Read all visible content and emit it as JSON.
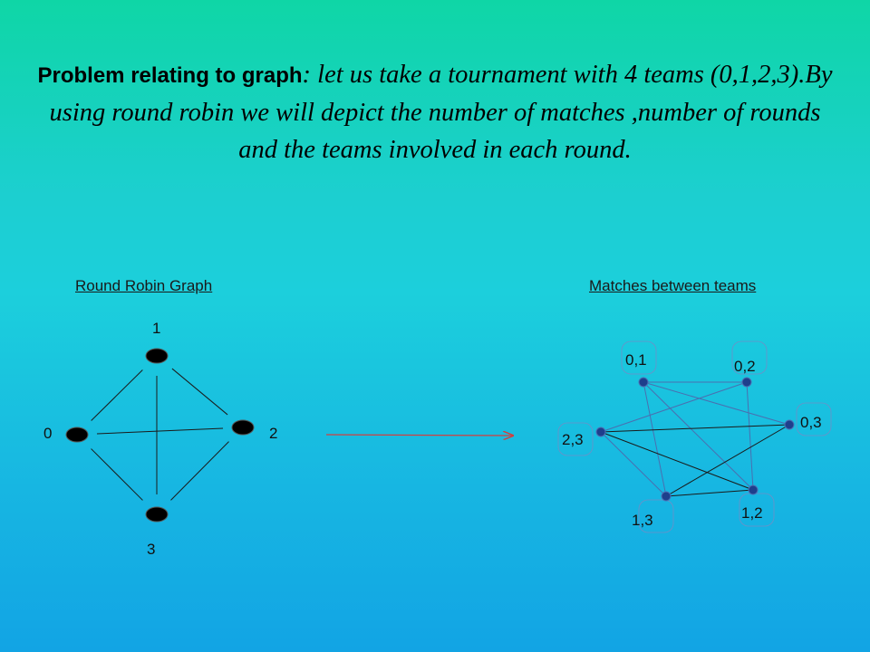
{
  "title": {
    "lead": "Problem relating to graph",
    "body": ": let us take a tournament with 4 teams (0,1,2,3).By using round robin we will depict the number of matches ,number of rounds and the teams involved in each round."
  },
  "left_diagram": {
    "label": "Round Robin Graph",
    "nodes": [
      {
        "id": "1",
        "label": "1"
      },
      {
        "id": "0",
        "label": "0"
      },
      {
        "id": "2",
        "label": "2"
      },
      {
        "id": "3",
        "label": "3"
      }
    ],
    "edges": [
      [
        "1",
        "0"
      ],
      [
        "1",
        "2"
      ],
      [
        "1",
        "3"
      ],
      [
        "0",
        "2"
      ],
      [
        "0",
        "3"
      ],
      [
        "2",
        "3"
      ]
    ]
  },
  "right_diagram": {
    "label": "Matches between teams",
    "nodes": [
      {
        "id": "01",
        "label": "0,1"
      },
      {
        "id": "02",
        "label": "0,2"
      },
      {
        "id": "03",
        "label": "0,3"
      },
      {
        "id": "23",
        "label": "2,3"
      },
      {
        "id": "13",
        "label": "1,3"
      },
      {
        "id": "12",
        "label": "1,2"
      }
    ],
    "edges": [
      [
        "01",
        "02"
      ],
      [
        "01",
        "03"
      ],
      [
        "01",
        "12"
      ],
      [
        "01",
        "13"
      ],
      [
        "02",
        "23"
      ],
      [
        "02",
        "12"
      ],
      [
        "03",
        "23"
      ],
      [
        "03",
        "13"
      ],
      [
        "23",
        "13"
      ],
      [
        "23",
        "12"
      ],
      [
        "13",
        "12"
      ]
    ]
  },
  "colors": {
    "edge_dark": "#1a1a1a",
    "edge_blue": "#4a6fb0",
    "node_dark": "#000000",
    "node_blue": "#1e3f8c",
    "arrow": "#d04040"
  }
}
